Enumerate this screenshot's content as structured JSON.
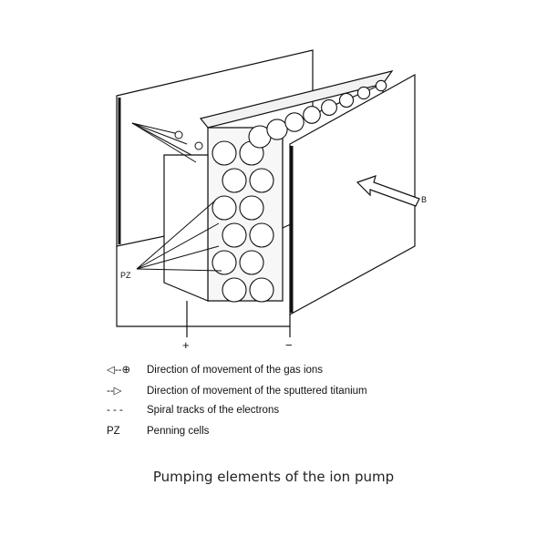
{
  "labels": {
    "pz": "PZ",
    "b": "B",
    "plus": "+",
    "minus": "−"
  },
  "legend": [
    {
      "symbol": "◁--⊕",
      "text": "Direction of movement of the gas ions"
    },
    {
      "symbol": "--▷",
      "text": "Direction of movement of the sputtered titanium"
    },
    {
      "symbol": "- - -",
      "text": "Spiral tracks of the electrons"
    },
    {
      "symbol": "PZ",
      "text": "Penning cells"
    }
  ],
  "caption": "Pumping elements of the ion pump"
}
